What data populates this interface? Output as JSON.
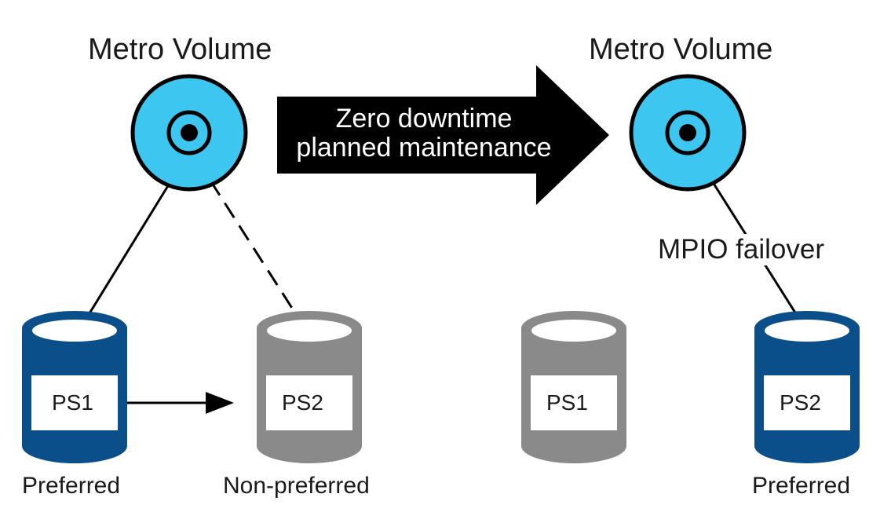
{
  "left": {
    "volume_title": "Metro Volume",
    "storage1": {
      "label": "PS1",
      "role": "Preferred"
    },
    "storage2": {
      "label": "PS2",
      "role": "Non-preferred"
    }
  },
  "arrow": {
    "line1": "Zero downtime",
    "line2": "planned maintenance"
  },
  "right": {
    "volume_title": "Metro Volume",
    "failover_label": "MPIO failover",
    "storage1": {
      "label": "PS1"
    },
    "storage2": {
      "label": "PS2",
      "role": "Preferred"
    }
  },
  "colors": {
    "volume_fill": "#3dc6ef",
    "preferred_storage": "#0b4f8a",
    "inactive_storage": "#8a8a8a",
    "arrow": "#000000"
  }
}
